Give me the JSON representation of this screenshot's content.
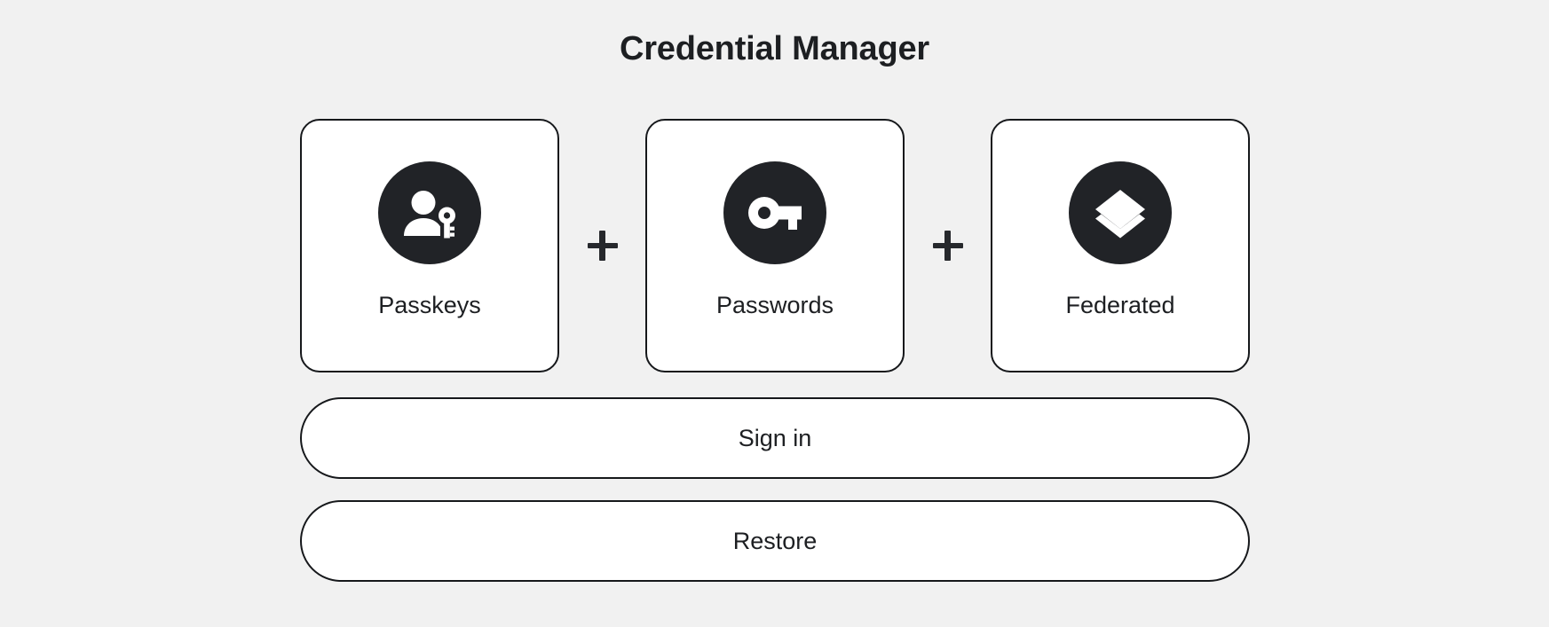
{
  "page": {
    "title": "Credential Manager",
    "background_color": "#f1f1f1",
    "ink_color": "#1d1f22",
    "icon_circle_color": "#212327",
    "border_color": "#16181b"
  },
  "credential_types": [
    {
      "label": "Passkeys",
      "icon": "person-key-icon"
    },
    {
      "label": "Passwords",
      "icon": "key-icon"
    },
    {
      "label": "Federated",
      "icon": "layers-icon"
    }
  ],
  "separators": [
    {
      "glyph": "+"
    },
    {
      "glyph": "+"
    }
  ],
  "actions": [
    {
      "label": "Sign in"
    },
    {
      "label": "Restore"
    }
  ]
}
